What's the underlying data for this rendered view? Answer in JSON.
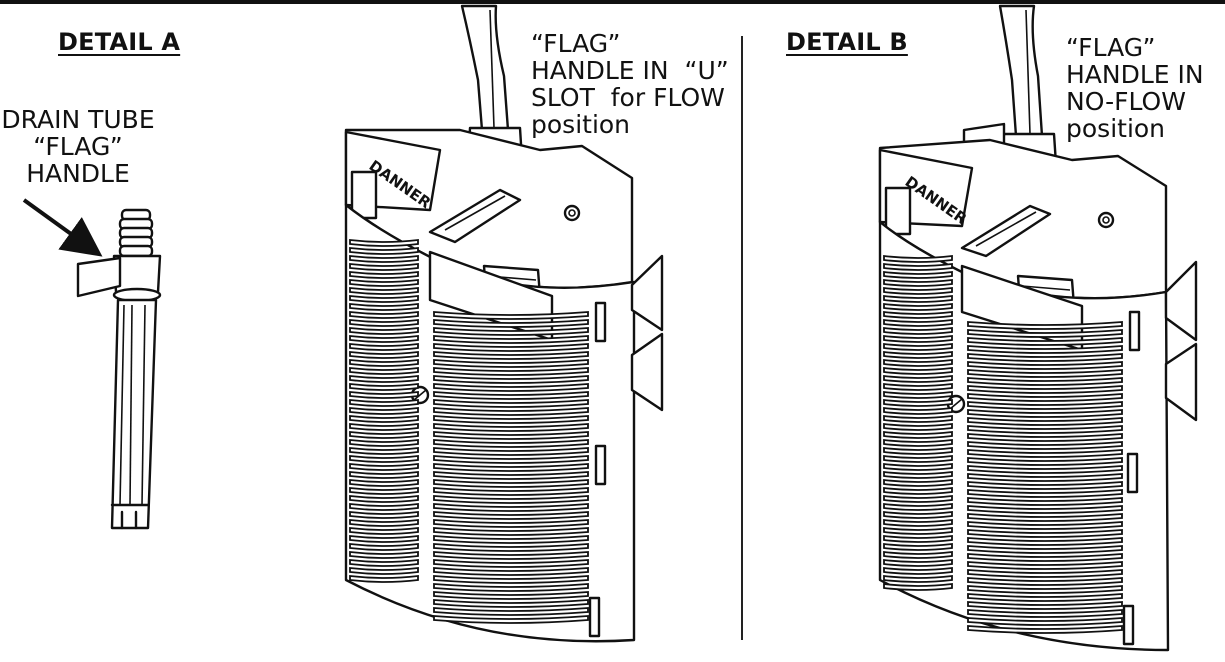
{
  "detail_a": {
    "title": "DETAIL A",
    "drain_label": "DRAIN TUBE\n“FLAG”\nHANDLE",
    "flow_label": "“FLAG”\nHANDLE IN  “U”\nSLOT  for FLOW\nposition"
  },
  "detail_b": {
    "title": "DETAIL B",
    "noflow_label": "“FLAG”\nHANDLE IN\nNO-FLOW\nposition"
  },
  "brand_logo_text": "DANNER",
  "colors": {
    "line": "#111111",
    "background": "#ffffff"
  }
}
